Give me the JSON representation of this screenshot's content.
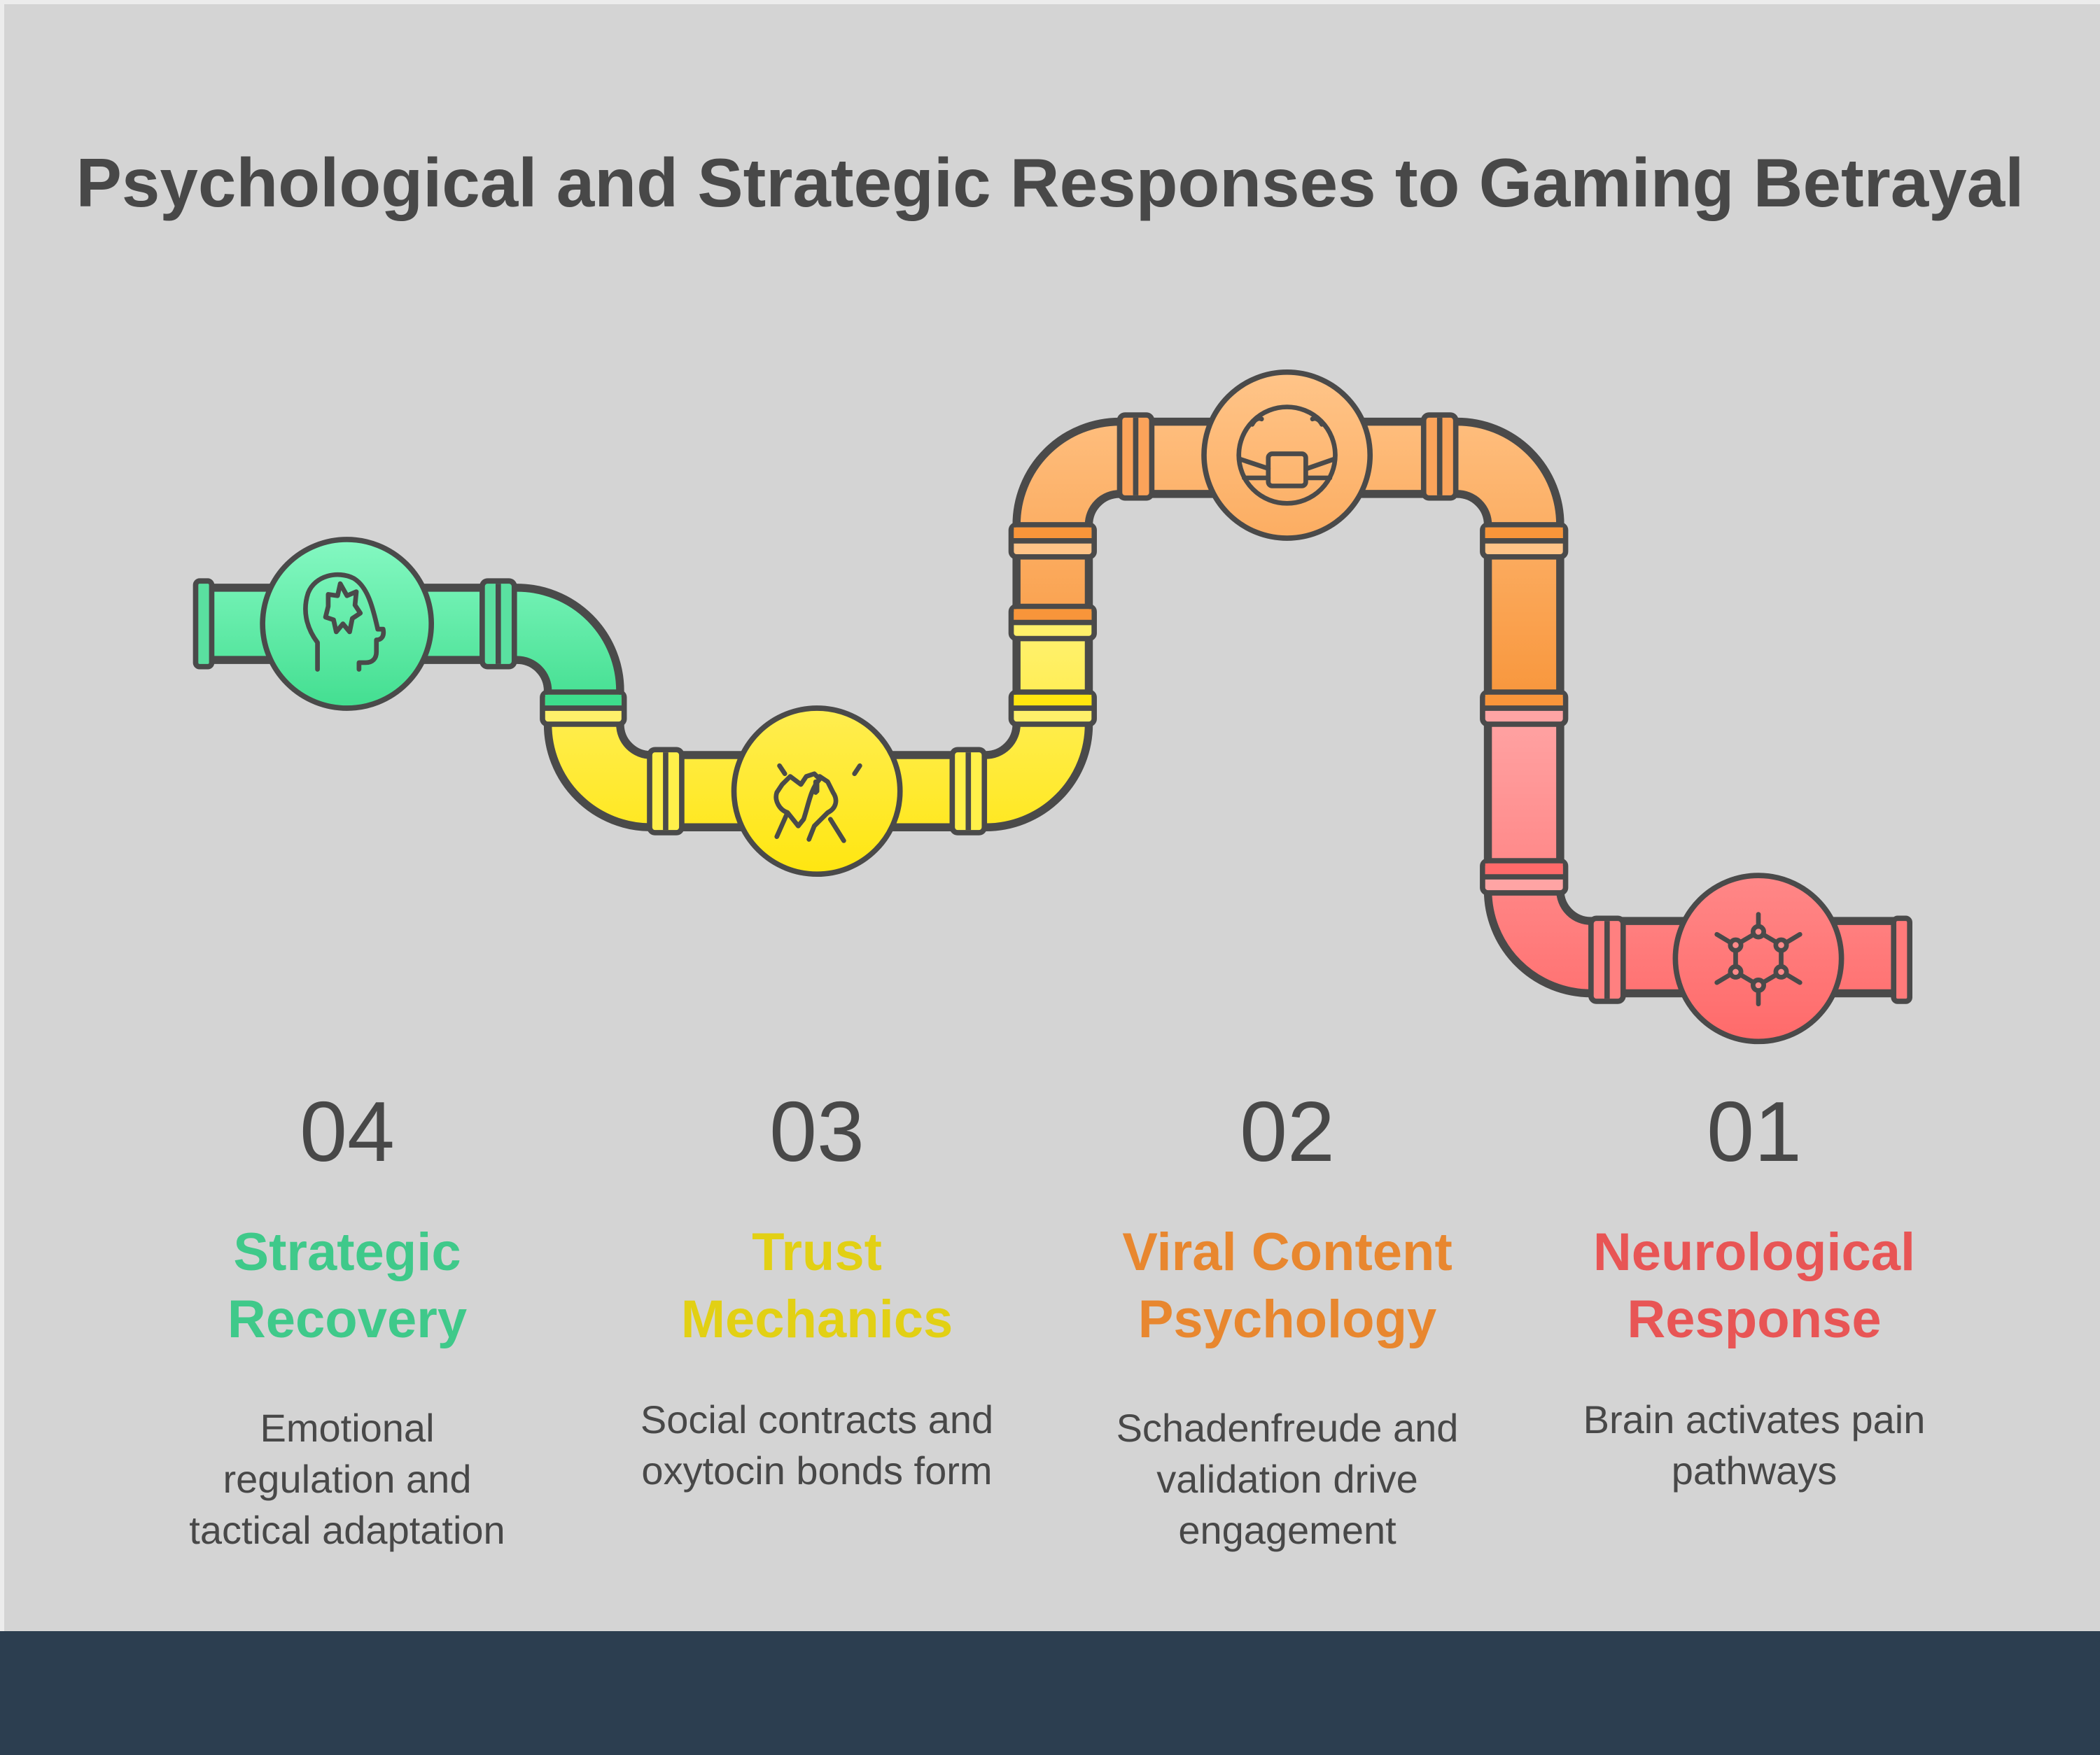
{
  "title": "Psychological and Strategic Responses to Gaming Betrayal",
  "colors": {
    "background": "#d4d4d4",
    "footer": "#2c3e50",
    "outline": "#4a4a4a",
    "green": "#3fc98a",
    "yellow": "#e2d014",
    "orange": "#e8872f",
    "red": "#e85555"
  },
  "steps": [
    {
      "number": "04",
      "title_lines": [
        "Strategic",
        "Recovery"
      ],
      "desc_lines": [
        "Emotional",
        "regulation and",
        "tactical adaptation"
      ],
      "icon": "head-burst-icon",
      "color": "#3fc98a"
    },
    {
      "number": "03",
      "title_lines": [
        "Trust",
        "Mechanics"
      ],
      "desc_lines": [
        "Social contracts and",
        "oxytocin bonds form"
      ],
      "icon": "handshake-icon",
      "color": "#e2d014"
    },
    {
      "number": "02",
      "title_lines": [
        "Viral Content",
        "Psychology"
      ],
      "desc_lines": [
        "Schadenfreude and",
        "validation drive",
        "engagement"
      ],
      "icon": "masked-face-icon",
      "color": "#e8872f"
    },
    {
      "number": "01",
      "title_lines": [
        "Neurological",
        "Response"
      ],
      "desc_lines": [
        "Brain activates pain",
        "pathways"
      ],
      "icon": "molecule-icon",
      "color": "#e85555"
    }
  ]
}
